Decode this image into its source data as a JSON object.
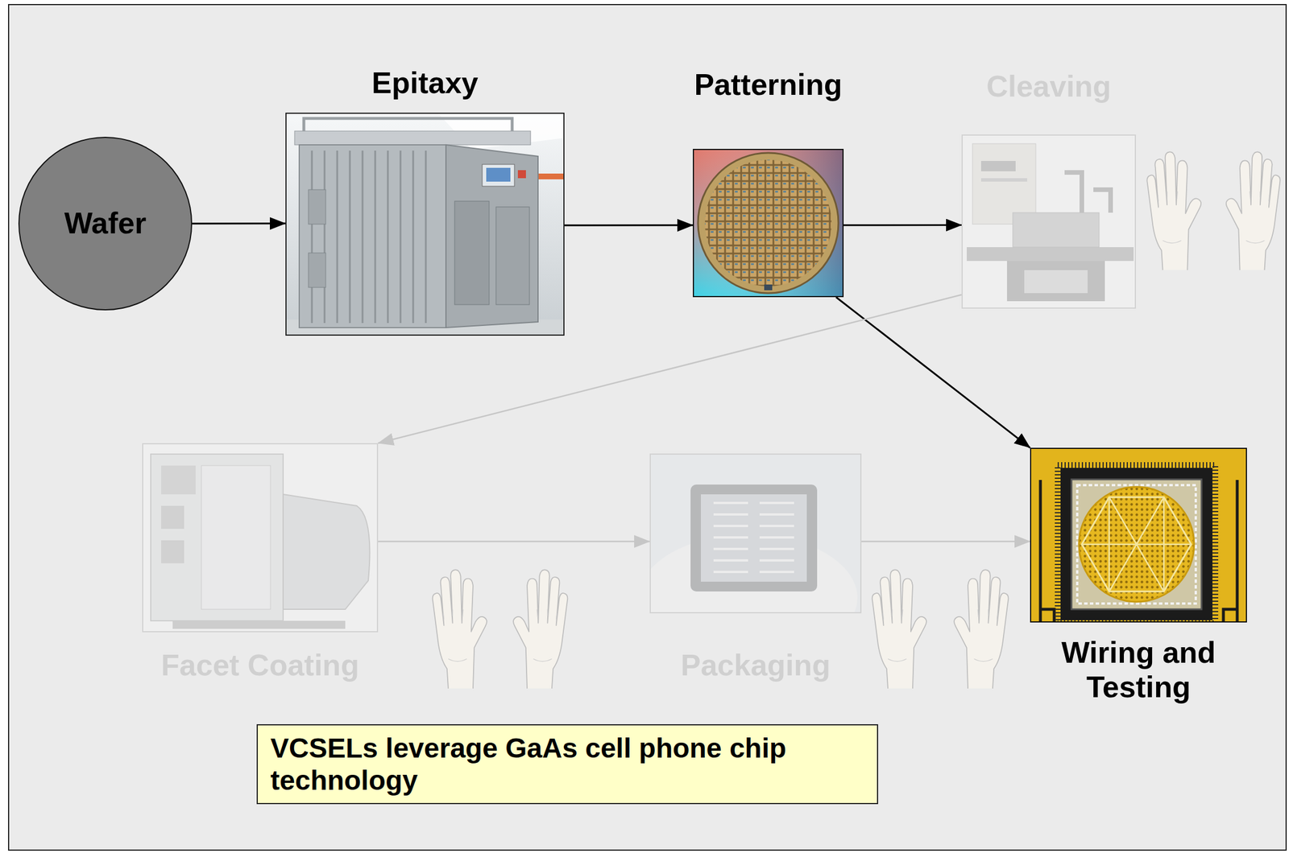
{
  "diagram": {
    "nodes": [
      {
        "text": [
          "Wafer"
        ]
      },
      {
        "text": [
          "Epitaxy"
        ]
      },
      {
        "text": [
          "Patterning"
        ]
      },
      {
        "text": [
          "Cleaving"
        ]
      },
      {
        "text": [
          "Facet Coating"
        ]
      },
      {
        "text": [
          "Packaging"
        ]
      },
      {
        "text": [
          "Wiring and Testing"
        ]
      },
      {
        "text": [
          "VCSELs leverage GaAs cell phone chip technology"
        ]
      }
    ],
    "edges": [
      {
        "from": 0,
        "to": 1,
        "arrow": "to"
      },
      {
        "from": 1,
        "to": 2,
        "arrow": "to"
      },
      {
        "from": 2,
        "to": 3,
        "arrow": "to"
      },
      {
        "from": 2,
        "to": 6,
        "arrow": "to"
      },
      {
        "from": 3,
        "to": 4,
        "arrow": "to"
      },
      {
        "from": 4,
        "to": 5,
        "arrow": "to"
      },
      {
        "from": 5,
        "to": 6,
        "arrow": "to"
      }
    ]
  }
}
